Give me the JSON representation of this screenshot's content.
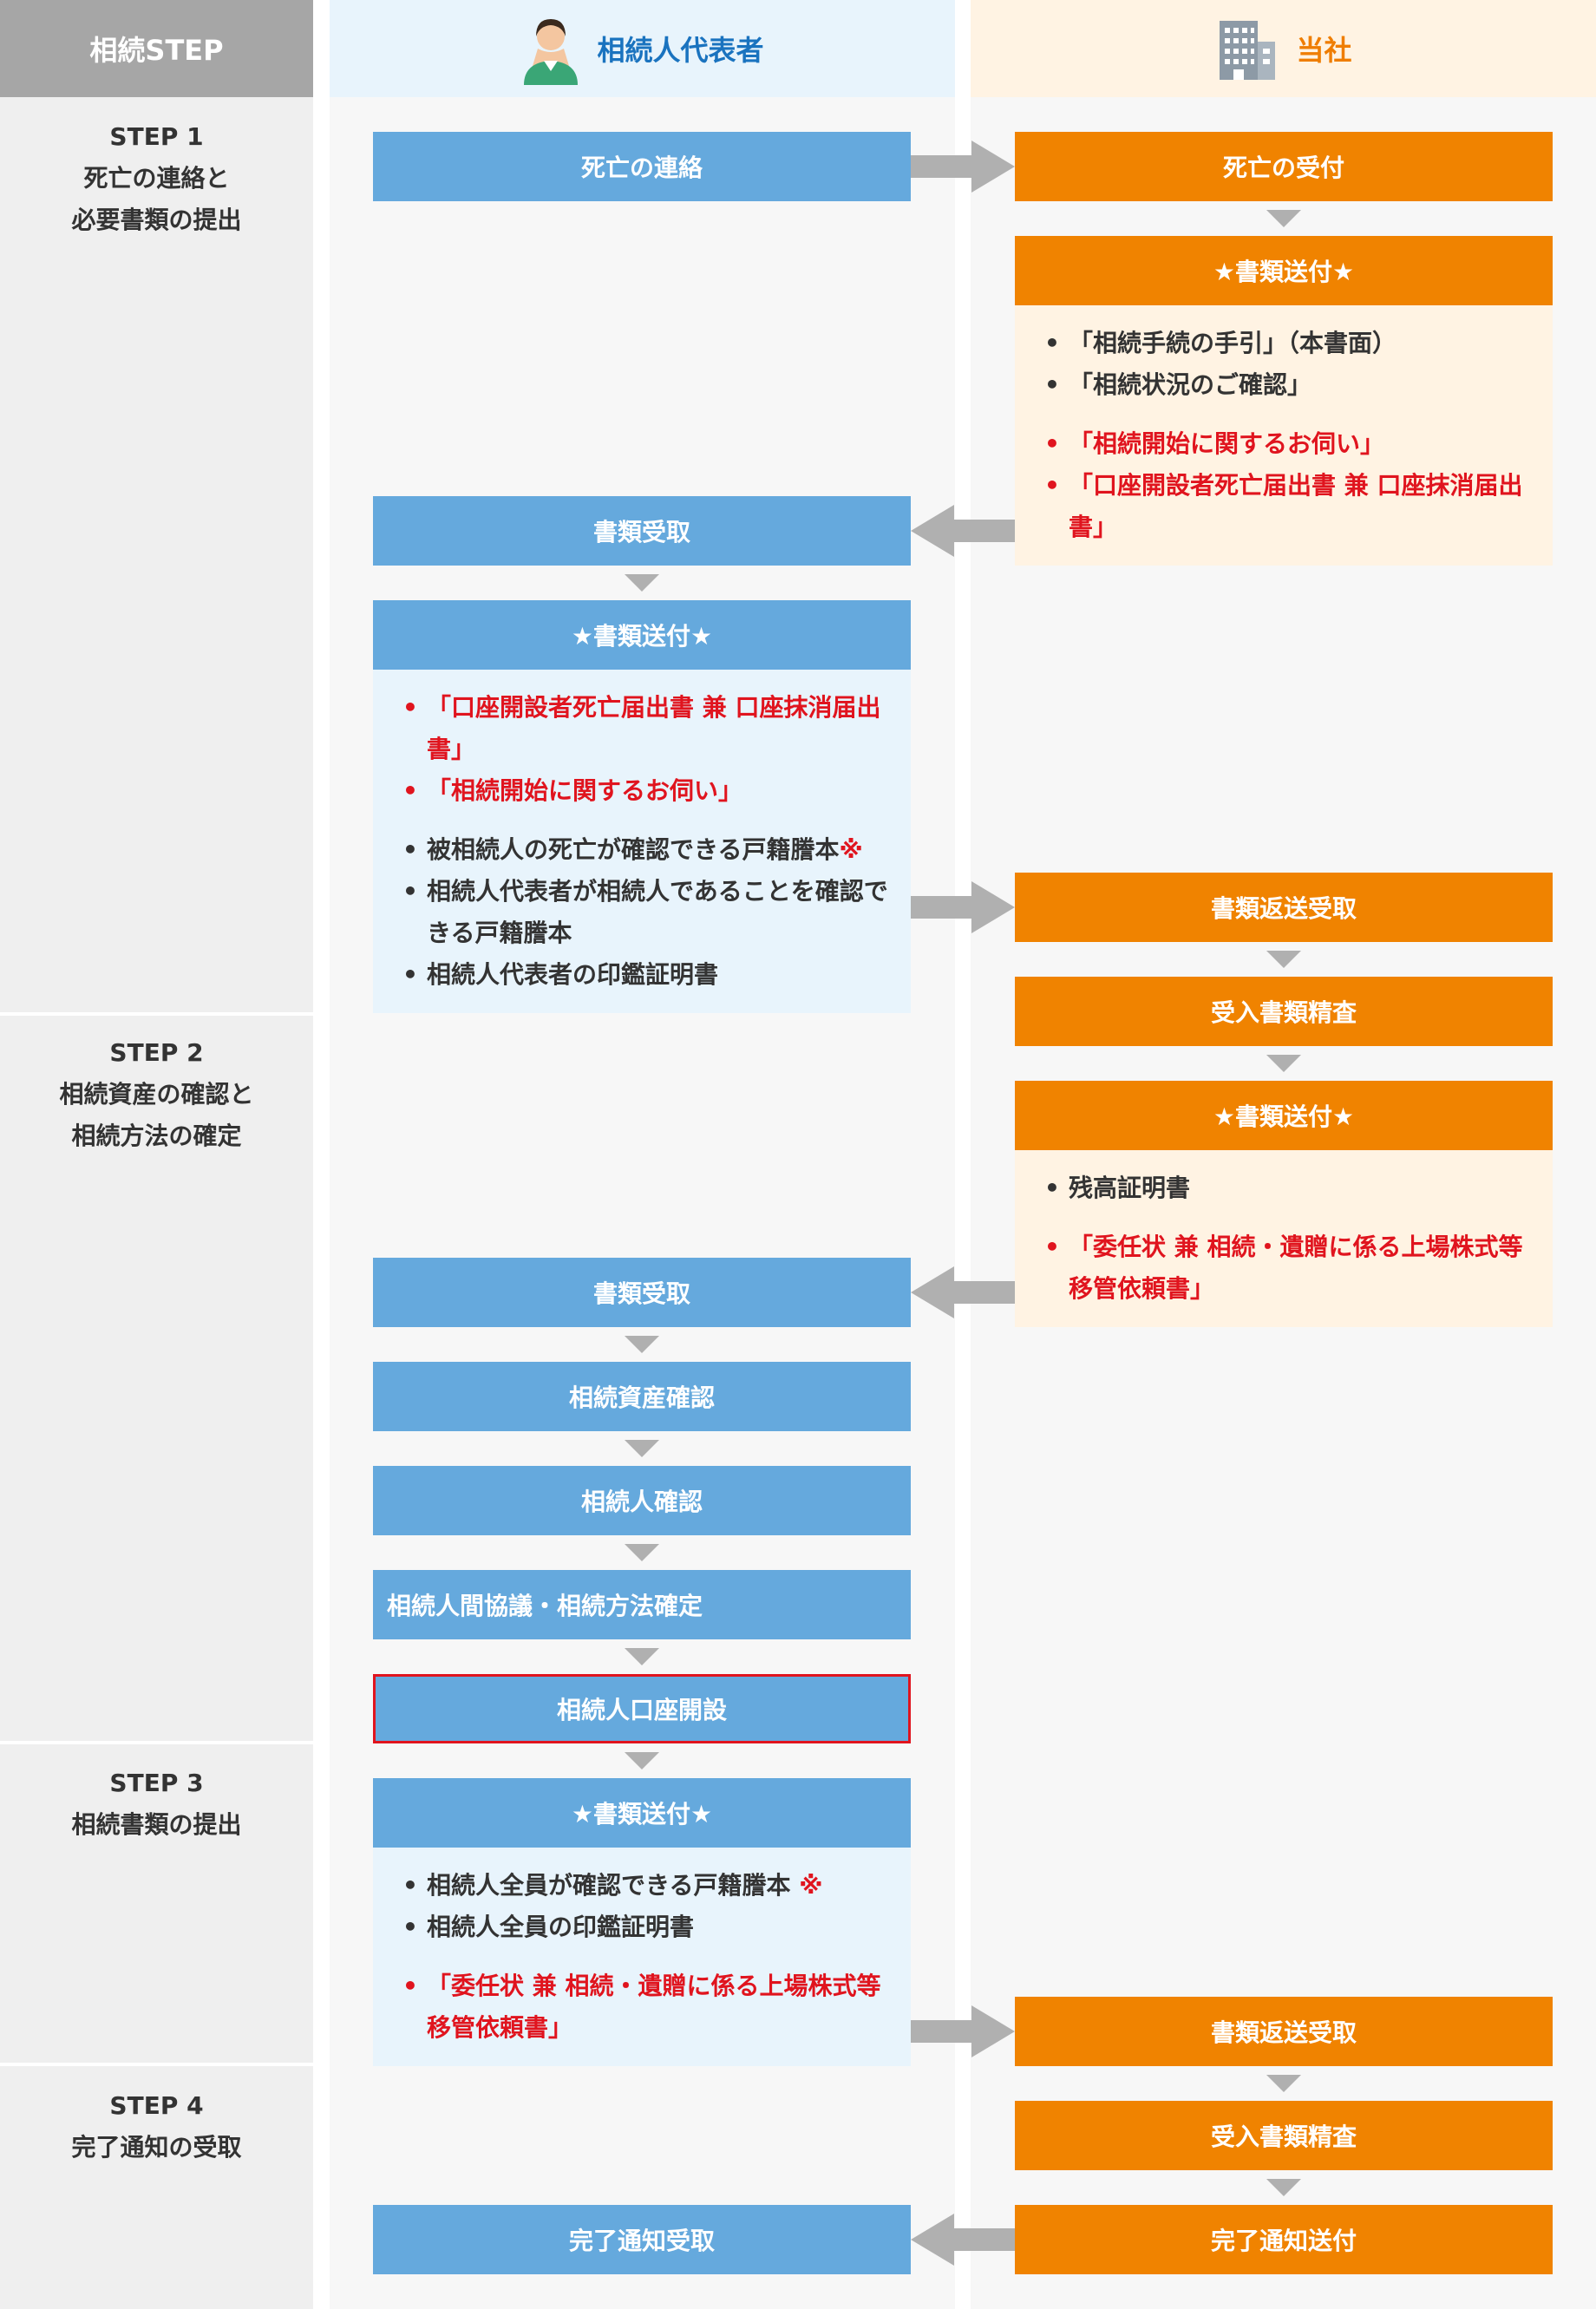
{
  "headers": {
    "step": "相続STEP",
    "representative": "相続人代表者",
    "company": "当社",
    "representative_icon": "person-icon",
    "company_icon": "building-icon"
  },
  "colors": {
    "blue": "#65a9dd",
    "orange": "#f08300",
    "red": "#e0141e",
    "gray_arrow": "#b0b0b0"
  },
  "steps": [
    {
      "title": "STEP 1",
      "lines": [
        "死亡の連絡と",
        "必要書類の提出"
      ]
    },
    {
      "title": "STEP 2",
      "lines": [
        "相続資産の確認と",
        "相続方法の確定"
      ]
    },
    {
      "title": "STEP 3",
      "lines": [
        "相続書類の提出"
      ]
    },
    {
      "title": "STEP 4",
      "lines": [
        "完了通知の受取"
      ]
    }
  ],
  "representative": {
    "death_notice": "死亡の連絡",
    "docs_received_1": "書類受取",
    "docs_send_1": {
      "title": "★書類送付★",
      "red_items": [
        "「口座開設者死亡届出書 兼 口座抹消届出書」",
        "「相続開始に関するお伺い」"
      ],
      "items": [
        "被相続人の死亡が確認できる戸籍謄本",
        "相続人代表者が相続人であることを確認できる戸籍謄本",
        "相続人代表者の印鑑証明書"
      ],
      "mark": "※"
    },
    "docs_received_2": "書類受取",
    "assets_check": "相続資産確認",
    "heirs_check": "相続人確認",
    "agreement": "相続人間協議・相続方法確定",
    "account_open": "相続人口座開設",
    "docs_send_2": {
      "title": "★書類送付★",
      "items": [
        "相続人全員が確認できる戸籍謄本",
        "相続人全員の印鑑証明書"
      ],
      "mark": "※",
      "red_items": [
        "「委任状 兼 相続・遺贈に係る上場株式等移管依頼書」"
      ]
    },
    "completion_received": "完了通知受取"
  },
  "company": {
    "death_received": "死亡の受付",
    "docs_send_1": {
      "title": "★書類送付★",
      "items": [
        "「相続手続の手引」（本書面）",
        "「相続状況のご確認」"
      ],
      "red_items": [
        "「相続開始に関するお伺い」",
        "「口座開設者死亡届出書 兼 口座抹消届出書」"
      ]
    },
    "docs_return_1": "書類返送受取",
    "review_1": "受入書類精査",
    "docs_send_2": {
      "title": "★書類送付★",
      "items": [
        "残高証明書"
      ],
      "red_items": [
        "「委任状 兼 相続・遺贈に係る上場株式等移管依頼書」"
      ]
    },
    "docs_return_2": "書類返送受取",
    "review_2": "受入書類精査",
    "completion_send": "完了通知送付"
  }
}
